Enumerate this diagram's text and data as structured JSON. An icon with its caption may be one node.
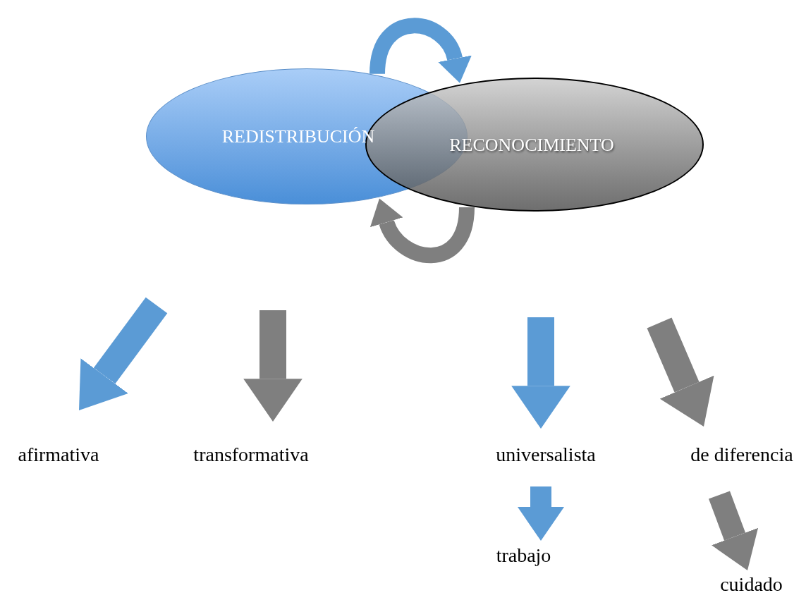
{
  "diagram": {
    "nodes": [
      {
        "text": [
          "REDISTRIBUCIÓN"
        ]
      },
      {
        "text": [
          "RECONOCIMIENTO"
        ]
      },
      {
        "text": [
          "afirmativa"
        ]
      },
      {
        "text": [
          "transformativa"
        ]
      },
      {
        "text": [
          "universalista"
        ]
      },
      {
        "text": [
          "de diferencia"
        ]
      },
      {
        "text": [
          "trabajo"
        ]
      },
      {
        "text": [
          "cuidado"
        ]
      }
    ],
    "edges": [
      {
        "from": 0,
        "to": 1,
        "arrow": "to",
        "color": "#5b9bd5"
      },
      {
        "from": 1,
        "to": 0,
        "arrow": "to",
        "color": "#7f7f7f"
      },
      {
        "from": null,
        "to": 2,
        "arrow": "to",
        "color": "#5b9bd5"
      },
      {
        "from": null,
        "to": 3,
        "arrow": "to",
        "color": "#7f7f7f"
      },
      {
        "from": null,
        "to": 4,
        "arrow": "to",
        "color": "#5b9bd5"
      },
      {
        "from": null,
        "to": 5,
        "arrow": "to",
        "color": "#7f7f7f"
      },
      {
        "from": null,
        "to": 6,
        "arrow": "to",
        "color": "#5b9bd5"
      },
      {
        "from": null,
        "to": 7,
        "arrow": "to",
        "color": "#7f7f7f"
      }
    ]
  }
}
